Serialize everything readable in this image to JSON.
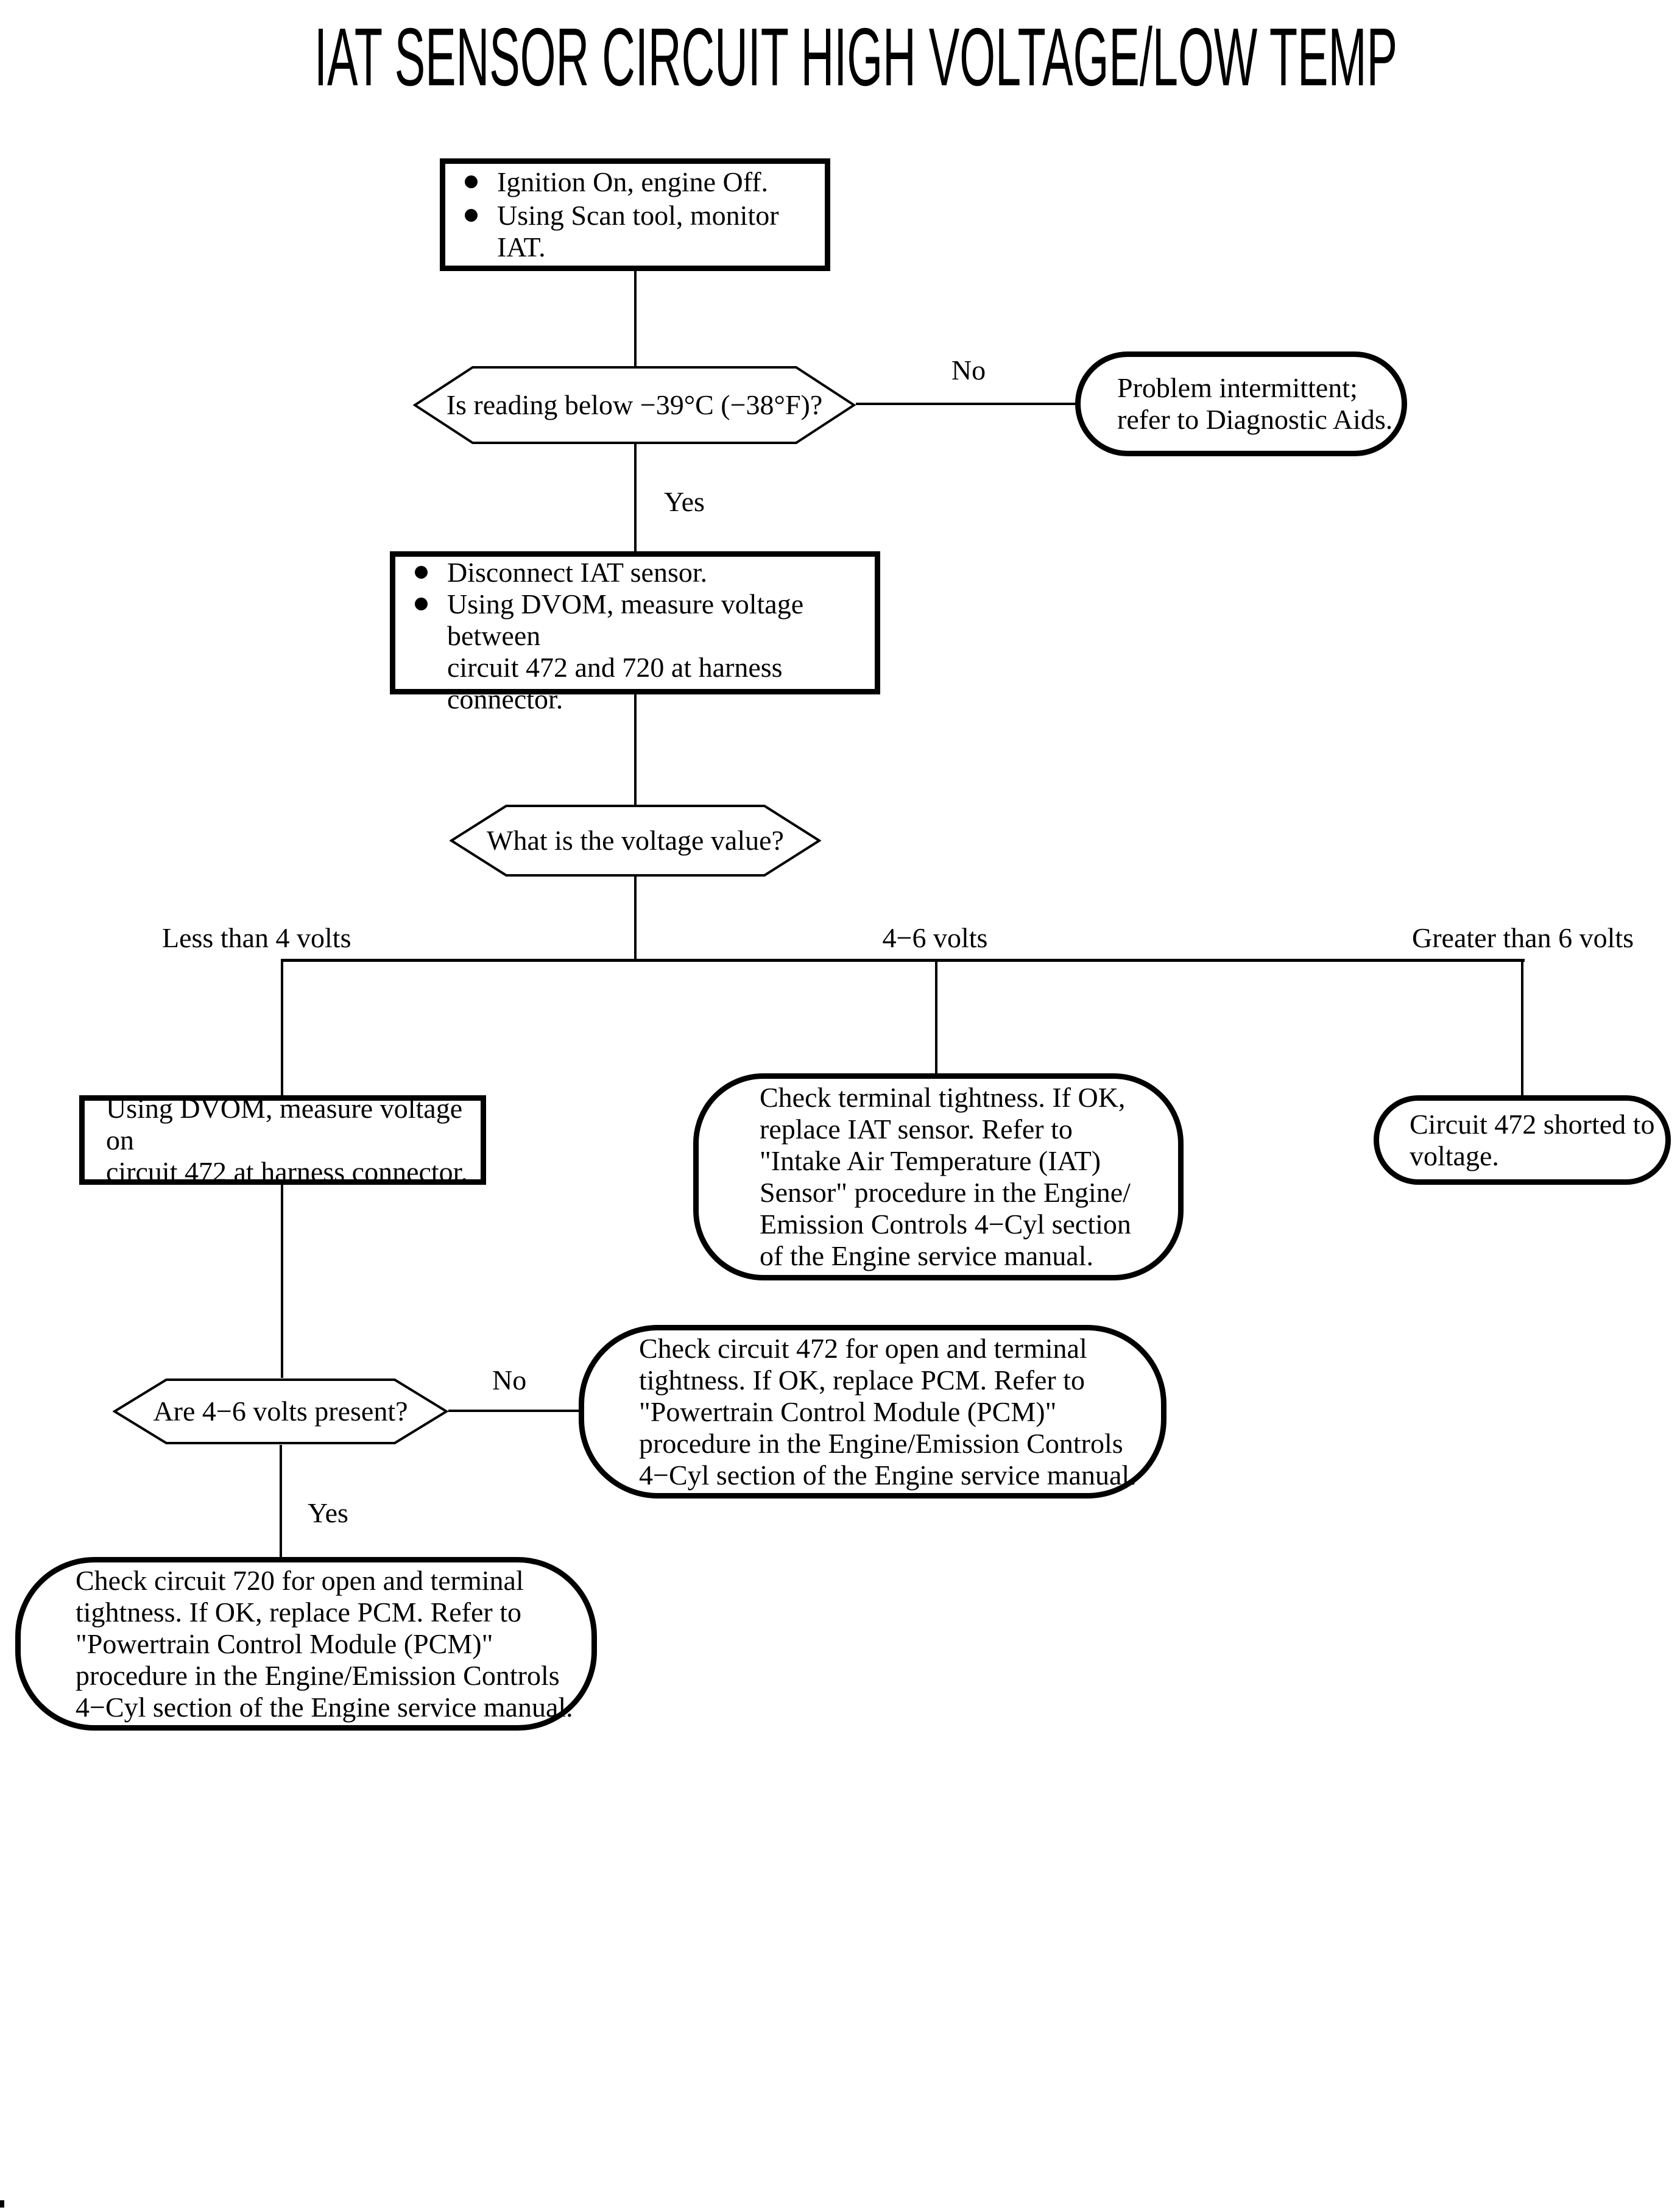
{
  "page": {
    "title": "IAT SENSOR CIRCUIT HIGH VOLTAGE/LOW TEMP",
    "background": "#ffffff",
    "ink": "#000000"
  },
  "flowchart": {
    "start": {
      "bullets": [
        "Ignition On, engine Off.",
        "Using Scan tool, monitor IAT."
      ]
    },
    "decision_reading": {
      "text": "Is reading below −39°C (−38°F)?"
    },
    "edge_no_1": "No",
    "terminal_intermittent": {
      "text": "Problem intermittent;\nrefer to Diagnostic Aids."
    },
    "edge_yes_1": "Yes",
    "disconnect": {
      "bullets": [
        "Disconnect IAT sensor.",
        "Using DVOM, measure voltage between\ncircuit 472 and 720 at harness connector."
      ]
    },
    "decision_voltage": {
      "text": "What is the voltage value?"
    },
    "branch_less_than_4": "Less than 4 volts",
    "branch_4_to_6": "4−6 volts",
    "branch_greater_than_6": "Greater than 6 volts",
    "measure_472": {
      "text": "Using DVOM, measure voltage on\ncircuit 472 at harness connector."
    },
    "terminal_replace_iat": {
      "text": "Check terminal tightness. If OK,\nreplace IAT sensor. Refer to\n\"Intake Air Temperature (IAT)\nSensor\" procedure in the Engine/\nEmission Controls 4−Cyl section\nof the Engine service manual."
    },
    "terminal_shorted": {
      "text": "Circuit 472 shorted to\nvoltage."
    },
    "decision_4_6_present": {
      "text": "Are 4−6 volts present?"
    },
    "edge_no_2": "No",
    "terminal_check_472": {
      "text": "Check circuit 472 for open and terminal\ntightness. If OK, replace PCM. Refer to\n\"Powertrain Control Module (PCM)\"\nprocedure in the Engine/Emission Controls\n4−Cyl section of the Engine service manual."
    },
    "edge_yes_2": "Yes",
    "terminal_check_720": {
      "text": "Check circuit 720 for open and terminal\ntightness. If OK, replace PCM. Refer to\n\"Powertrain Control Module (PCM)\"\nprocedure in the Engine/Emission Controls\n4−Cyl section of the Engine service manual."
    }
  }
}
